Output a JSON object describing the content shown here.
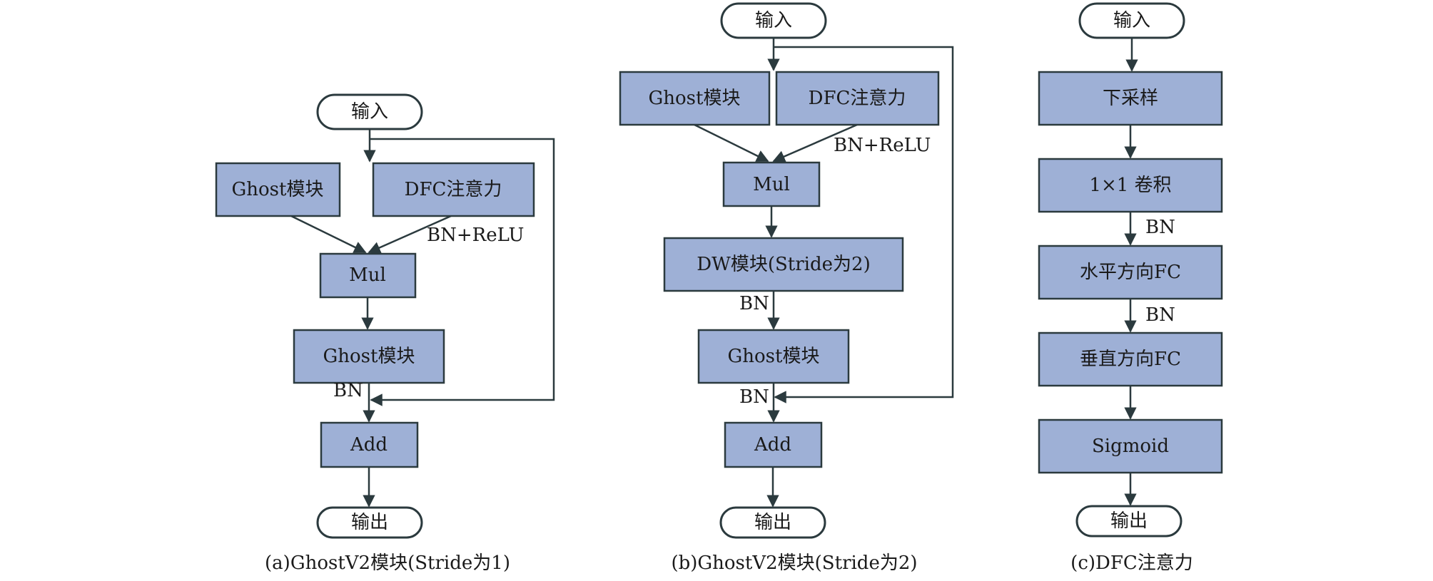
{
  "colors": {
    "box_fill": "#9eb0d6",
    "stroke": "#2b3a3e",
    "text": "#1a1a1a"
  },
  "panels": {
    "a": {
      "caption": "(a)GhostV2模块(Stride为1)",
      "input": "输入",
      "ghost1": "Ghost模块",
      "dfc": "DFC注意力",
      "bnrelu": "BN+ReLU",
      "mul": "Mul",
      "ghost2": "Ghost模块",
      "bn": "BN",
      "add": "Add",
      "output": "输出"
    },
    "b": {
      "caption": "(b)GhostV2模块(Stride为2)",
      "input": "输入",
      "ghost1": "Ghost模块",
      "dfc": "DFC注意力",
      "bnrelu": "BN+ReLU",
      "mul": "Mul",
      "dw": "DW模块(Stride为2)",
      "bn1": "BN",
      "ghost2": "Ghost模块",
      "bn2": "BN",
      "add": "Add",
      "output": "输出"
    },
    "c": {
      "caption": "(c)DFC注意力",
      "input": "输入",
      "down": "下采样",
      "conv": "1×1 卷积",
      "bn1": "BN",
      "hfc": "水平方向FC",
      "bn2": "BN",
      "vfc": "垂直方向FC",
      "sigmoid": "Sigmoid",
      "output": "输出"
    }
  }
}
